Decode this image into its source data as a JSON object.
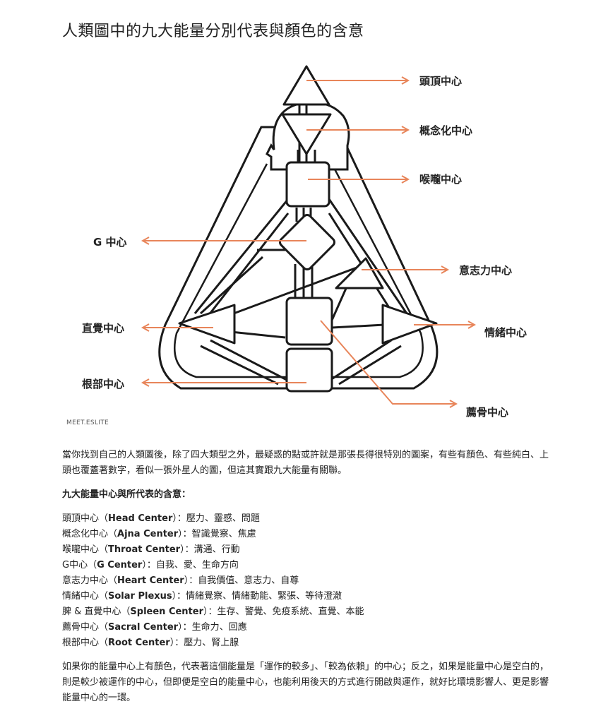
{
  "title": "人類圖中的九大能量分別代表與顏色的含意",
  "diagram": {
    "labels": {
      "head": "頭頂中心",
      "ajna": "概念化中心",
      "throat": "喉嚨中心",
      "g": "G 中心",
      "heart": "意志力中心",
      "spleen": "直覺中心",
      "solar": "情緒中心",
      "root": "根部中心",
      "sacral": "薦骨中心"
    },
    "credit": "MEET.ESLITE",
    "colors": {
      "arrow": "#e8855a",
      "line": "#1a1a1a"
    }
  },
  "article": {
    "intro": "當你找到自己的人類圖後，除了四大類型之外，最疑惑的點或許就是那張長得很特別的圖案，有些有顏色、有些純白、上頭也覆蓋著數字，看似一張外星人的圖，但這其實跟九大能量有關聯。",
    "heading": "九大能量中心與所代表的含意：",
    "centers": [
      {
        "zh": "頭頂中心（",
        "en": "Head Center",
        "desc": "）：壓力、靈感、問題"
      },
      {
        "zh": "概念化中心（",
        "en": "Ajna Center",
        "desc": "）：智識覺察、焦慮"
      },
      {
        "zh": "喉嚨中心（",
        "en": "Throat Center",
        "desc": "）：溝通、行動"
      },
      {
        "zh": "G中心（",
        "en": "G Center",
        "desc": "）：自我、愛、生命方向"
      },
      {
        "zh": "意志力中心（",
        "en": "Heart Center",
        "desc": "）：自我價值、意志力、自尊"
      },
      {
        "zh": "情緒中心（",
        "en": "Solar Plexus",
        "desc": "）：情緒覺察、情緒動能、緊張、等待澄澈"
      },
      {
        "zh": "脾 & 直覺中心（",
        "en": "Spleen Center",
        "desc": "）：生存、警覺、免疫系統、直覺、本能"
      },
      {
        "zh": "薦骨中心（",
        "en": "Sacral Center",
        "desc": "）：生命力、回應"
      },
      {
        "zh": "根部中心（",
        "en": "Root Center",
        "desc": "）：壓力、腎上腺"
      }
    ],
    "outro": "如果你的能量中心上有顏色，代表著這個能量是「運作的較多」、「較為依賴」的中心；反之，如果是能量中心是空白的，則是較少被運作的中心，但即便是空白的能量中心，也能利用後天的方式進行開啟與運作，就好比環境影響人、更是影響能量中心的一環。"
  }
}
